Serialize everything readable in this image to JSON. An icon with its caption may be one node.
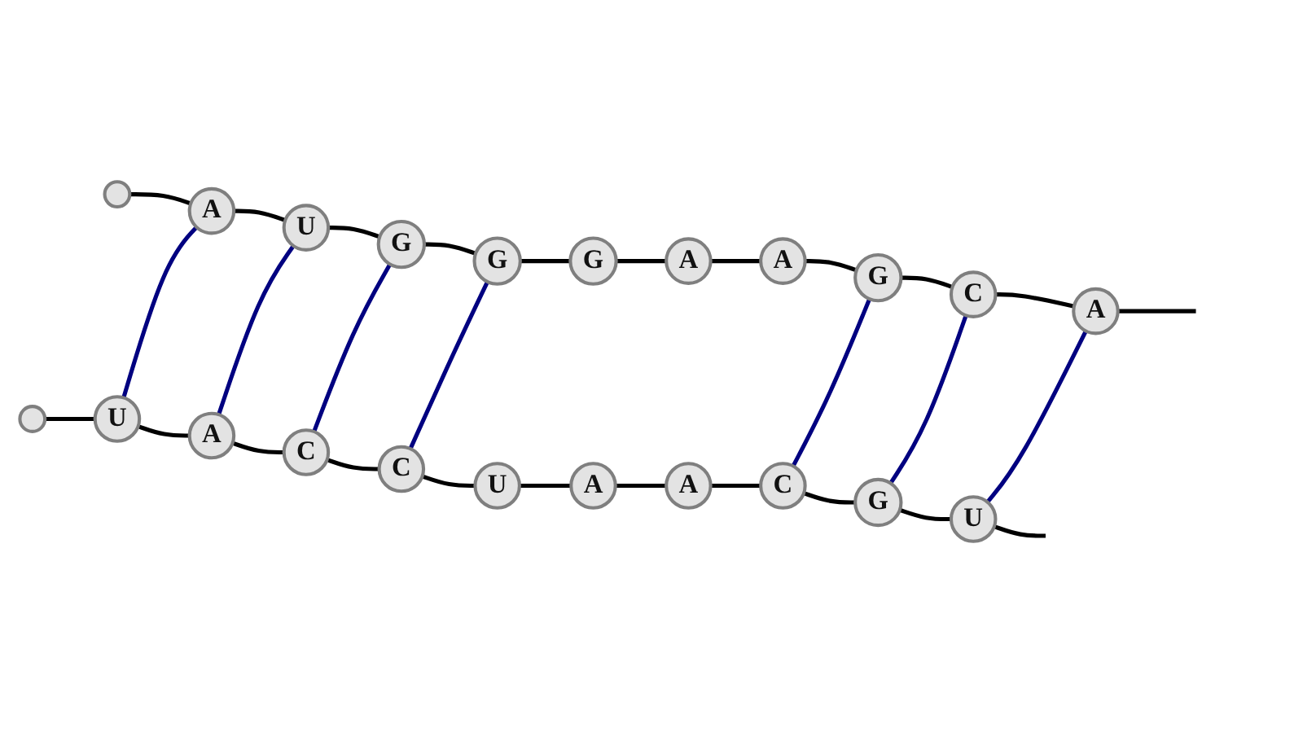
{
  "diagram": {
    "nodes": [
      {
        "text": [],
        "shape": "circle"
      },
      {
        "text": [
          "U"
        ]
      },
      {
        "text": [
          "A"
        ]
      },
      {
        "text": [
          "C"
        ]
      },
      {
        "text": [
          "C"
        ]
      },
      {
        "text": [
          "U"
        ]
      },
      {
        "text": [
          "A"
        ]
      },
      {
        "text": [
          "A"
        ]
      },
      {
        "text": [
          "C"
        ]
      },
      {
        "text": [
          "G"
        ]
      },
      {
        "text": [
          "U"
        ]
      },
      {
        "text": [],
        "shape": "circle"
      },
      {
        "text": [
          "A"
        ]
      },
      {
        "text": [
          "U"
        ]
      },
      {
        "text": [
          "G"
        ]
      },
      {
        "text": [
          "G"
        ]
      },
      {
        "text": [
          "G"
        ]
      },
      {
        "text": [
          "A"
        ]
      },
      {
        "text": [
          "A"
        ]
      },
      {
        "text": [
          "G"
        ]
      },
      {
        "text": [
          "C"
        ]
      },
      {
        "text": [
          "A"
        ]
      }
    ],
    "edges": [
      {
        "from": 0,
        "to": 1,
        "arrow": "none"
      },
      {
        "from": 1,
        "to": 2,
        "arrow": "none"
      },
      {
        "from": 2,
        "to": 3,
        "arrow": "none"
      },
      {
        "from": 3,
        "to": 4,
        "arrow": "none"
      },
      {
        "from": 4,
        "to": 5,
        "arrow": "none"
      },
      {
        "from": 5,
        "to": 6,
        "arrow": "none"
      },
      {
        "from": 6,
        "to": 7,
        "arrow": "none"
      },
      {
        "from": 7,
        "to": 8,
        "arrow": "none"
      },
      {
        "from": 8,
        "to": 9,
        "arrow": "none"
      },
      {
        "from": 9,
        "to": 10,
        "arrow": "none"
      },
      {
        "from": 10,
        "to": null,
        "arrow": "none"
      },
      {
        "from": 11,
        "to": 12,
        "arrow": "none"
      },
      {
        "from": 12,
        "to": 13,
        "arrow": "none"
      },
      {
        "from": 13,
        "to": 14,
        "arrow": "none"
      },
      {
        "from": 14,
        "to": 15,
        "arrow": "none"
      },
      {
        "from": 15,
        "to": 16,
        "arrow": "none"
      },
      {
        "from": 16,
        "to": 17,
        "arrow": "none"
      },
      {
        "from": 17,
        "to": 18,
        "arrow": "none"
      },
      {
        "from": 18,
        "to": 19,
        "arrow": "none"
      },
      {
        "from": 19,
        "to": 20,
        "arrow": "none"
      },
      {
        "from": 20,
        "to": 21,
        "arrow": "none"
      },
      {
        "from": 21,
        "to": null,
        "arrow": "none"
      },
      {
        "from": 1,
        "to": 12,
        "arrow": "none",
        "color": "#000080"
      },
      {
        "from": 2,
        "to": 13,
        "arrow": "none",
        "color": "#000080"
      },
      {
        "from": 3,
        "to": 14,
        "arrow": "none",
        "color": "#000080"
      },
      {
        "from": 4,
        "to": 15,
        "arrow": "none",
        "color": "#000080"
      },
      {
        "from": 8,
        "to": 19,
        "arrow": "none",
        "color": "#000080"
      },
      {
        "from": 9,
        "to": 20,
        "arrow": "none",
        "color": "#000080"
      },
      {
        "from": 10,
        "to": 21,
        "arrow": "none",
        "color": "#000080"
      }
    ]
  }
}
